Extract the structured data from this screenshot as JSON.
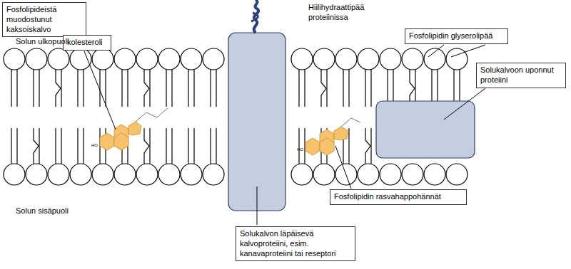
{
  "diagram": {
    "nodes": [
      {
        "text": [
          "Fosfolipideistä muodostunut kaksoiskalvo"
        ]
      },
      {
        "text": [
          "kolesteroli"
        ]
      },
      {
        "text": [
          "Fosfolipidin glyserolipää"
        ]
      },
      {
        "text": [
          "Solukalvoon uponnut proteiini"
        ]
      },
      {
        "text": [
          "Fosfolipidin rasvahappohännät"
        ]
      },
      {
        "text": [
          "Solukalvon läpäisevä kalvoproteiini, esim. kanavaproteiini tai reseptori"
        ]
      }
    ],
    "labels": [
      "Hiilihydraattipää proteiinissa",
      "Solun ulkopuoli",
      "Solun sisäpuoli",
      "HO",
      "HO"
    ]
  }
}
